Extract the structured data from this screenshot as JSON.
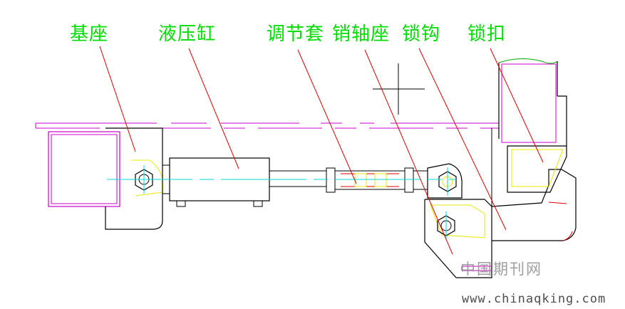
{
  "labels": {
    "base": "基座",
    "cylinder": "液压缸",
    "sleeve": "调节套",
    "pin_seat": "销轴座",
    "lock_hook": "锁钩",
    "lock_buckle": "锁扣"
  },
  "watermark": {
    "cn": "中国期刊网",
    "url": "www.chinaqking.com"
  },
  "colors": {
    "label": "#00dd00",
    "leader": "#e00000",
    "outline": "#000000",
    "part": "#cc00cc",
    "center": "#00d8d8",
    "hidden": "#e8e800"
  }
}
